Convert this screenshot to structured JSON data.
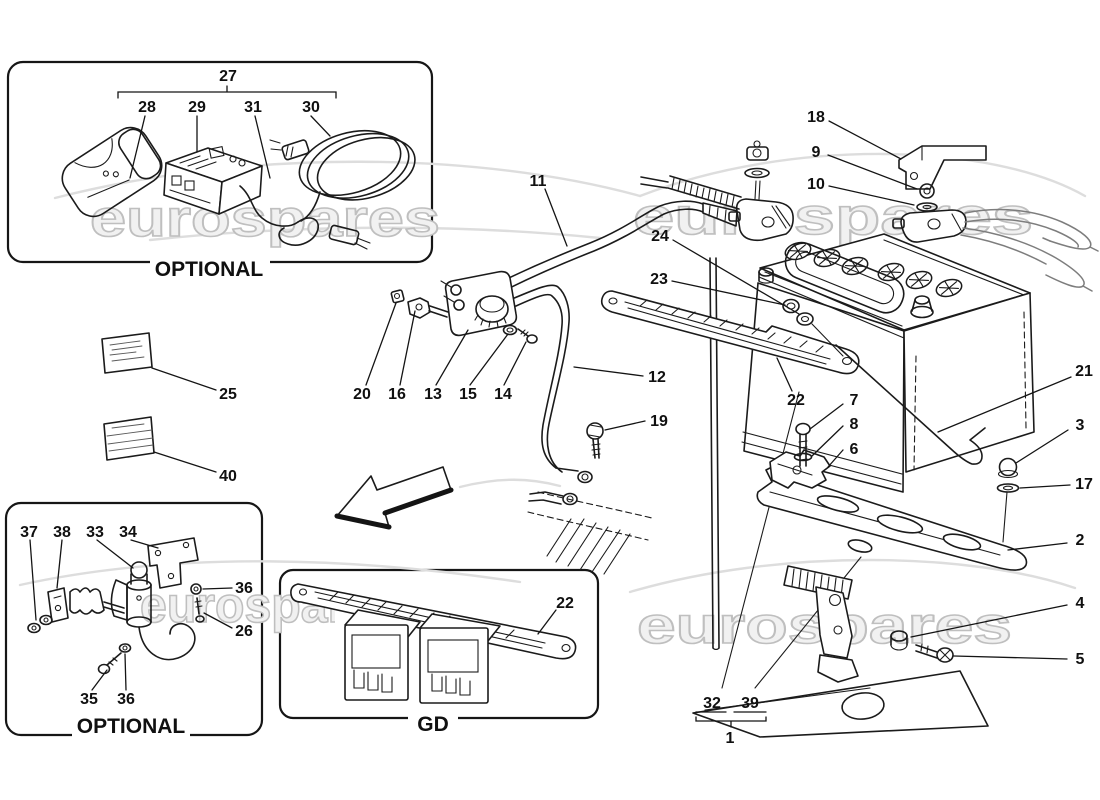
{
  "watermark": {
    "text": "eurospares"
  },
  "panels": {
    "top_optional": {
      "label": "OPTIONAL"
    },
    "bottom_optional": {
      "label": "OPTIONAL"
    },
    "gd": {
      "label": "GD"
    }
  },
  "callouts": {
    "c27": {
      "n": "27"
    },
    "c28": {
      "n": "28"
    },
    "c29": {
      "n": "29"
    },
    "c31": {
      "n": "31"
    },
    "c30": {
      "n": "30"
    },
    "c25": {
      "n": "25"
    },
    "c40": {
      "n": "40"
    },
    "c37": {
      "n": "37"
    },
    "c38": {
      "n": "38"
    },
    "c33": {
      "n": "33"
    },
    "c34": {
      "n": "34"
    },
    "c36a": {
      "n": "36"
    },
    "c26": {
      "n": "26"
    },
    "c35": {
      "n": "35"
    },
    "c36b": {
      "n": "36"
    },
    "c22gd": {
      "n": "22"
    },
    "c11": {
      "n": "11"
    },
    "c18": {
      "n": "18"
    },
    "c9": {
      "n": "9"
    },
    "c10": {
      "n": "10"
    },
    "c24": {
      "n": "24"
    },
    "c23": {
      "n": "23"
    },
    "c12": {
      "n": "12"
    },
    "c19": {
      "n": "19"
    },
    "c20": {
      "n": "20"
    },
    "c16": {
      "n": "16"
    },
    "c13": {
      "n": "13"
    },
    "c15": {
      "n": "15"
    },
    "c14": {
      "n": "14"
    },
    "c22": {
      "n": "22"
    },
    "c7": {
      "n": "7"
    },
    "c8": {
      "n": "8"
    },
    "c6": {
      "n": "6"
    },
    "c21": {
      "n": "21"
    },
    "c3": {
      "n": "3"
    },
    "c17": {
      "n": "17"
    },
    "c2": {
      "n": "2"
    },
    "c4": {
      "n": "4"
    },
    "c5": {
      "n": "5"
    },
    "c32": {
      "n": "32"
    },
    "c39": {
      "n": "39"
    },
    "c1": {
      "n": "1"
    }
  }
}
